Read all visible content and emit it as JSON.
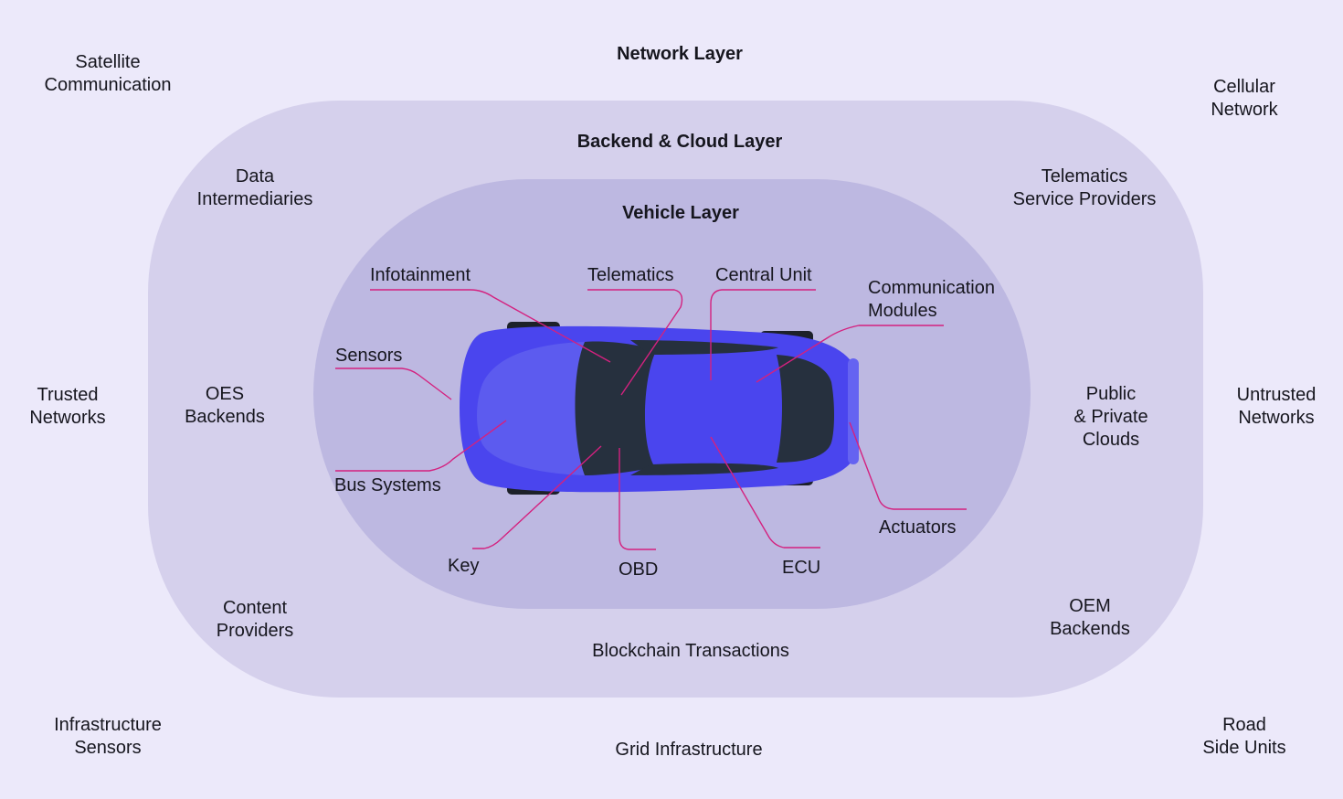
{
  "layers": {
    "network": "Network Layer",
    "backend": "Backend & Cloud Layer",
    "vehicle": "Vehicle Layer"
  },
  "network_items": {
    "satellite": "Satellite\nCommunication",
    "cellular": "Cellular\nNetwork",
    "trusted": "Trusted\nNetworks",
    "untrusted": "Untrusted\nNetworks",
    "infrastructure_sensors": "Infrastructure\nSensors",
    "grid": "Grid Infrastructure",
    "road_side": "Road\nSide Units"
  },
  "backend_items": {
    "data_intermediaries": "Data\nIntermediaries",
    "telematics_providers": "Telematics\nService Providers",
    "oes_backends": "OES\nBackends",
    "clouds": "Public\n& Private\nClouds",
    "content_providers": "Content\nProviders",
    "blockchain": "Blockchain Transactions",
    "oem_backends": "OEM\nBackends"
  },
  "vehicle_items": {
    "infotainment": "Infotainment",
    "telematics": "Telematics",
    "central_unit": "Central Unit",
    "comm_modules": "Communication\nModules",
    "sensors": "Sensors",
    "bus_systems": "Bus Systems",
    "key": "Key",
    "obd": "OBD",
    "ecu": "ECU",
    "actuators": "Actuators"
  },
  "colors": {
    "background": "#ece9fa",
    "outer_ring": "#d5d0ec",
    "inner_ring": "#bdb8e1",
    "car_body": "#4a45ee",
    "car_hood": "#5c5bef",
    "windows": "#26303e",
    "leader_lines": "#d4217f"
  }
}
